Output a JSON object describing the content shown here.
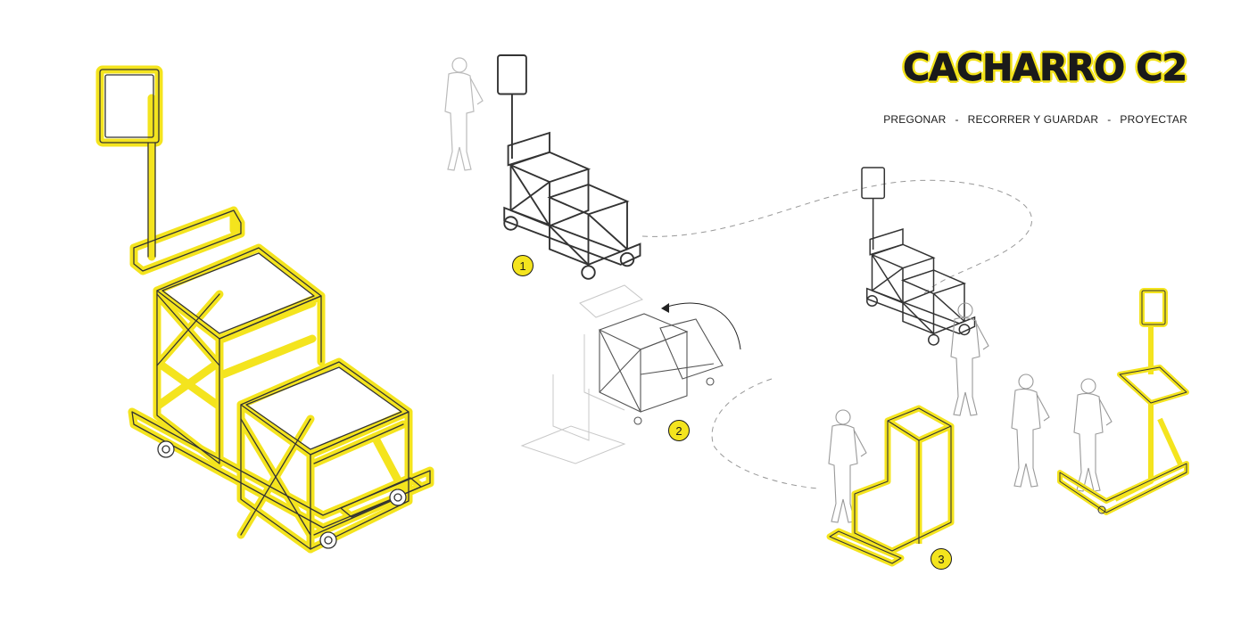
{
  "header": {
    "title": "CACHARRO C2",
    "modes": [
      "PREGONAR",
      "RECORRER Y GUARDAR",
      "PROYECTAR"
    ],
    "separator": "-"
  },
  "steps": [
    {
      "number": "1"
    },
    {
      "number": "2"
    },
    {
      "number": "3"
    }
  ],
  "colors": {
    "accent": "#f4e41e",
    "line": "#333333",
    "ghost": "#bdbdbd"
  }
}
